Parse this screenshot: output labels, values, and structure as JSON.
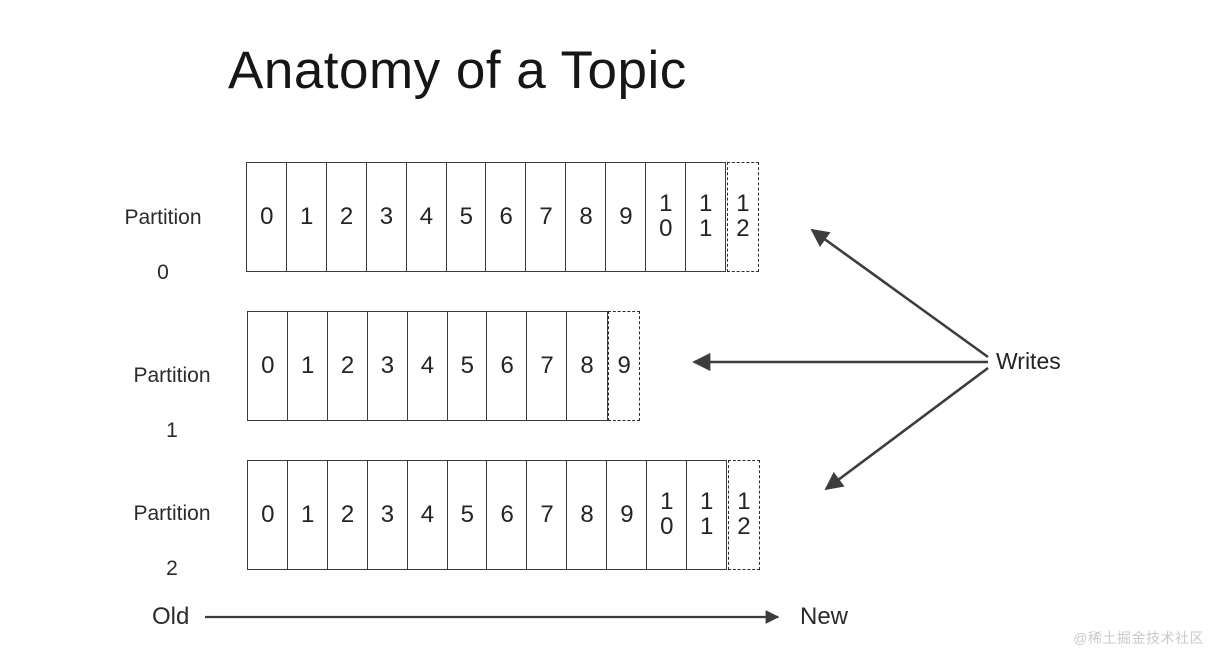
{
  "diagram": {
    "title": "Anatomy of a Topic",
    "writes_label": "Writes",
    "axis": {
      "old_label": "Old",
      "new_label": "New"
    },
    "partitions": [
      {
        "name": "Partition",
        "index": "0",
        "committed_offsets": [
          "0",
          "1",
          "2",
          "3",
          "4",
          "5",
          "6",
          "7",
          "8",
          "9",
          "10",
          "11"
        ],
        "pending_offset": "12"
      },
      {
        "name": "Partition",
        "index": "1",
        "committed_offsets": [
          "0",
          "1",
          "2",
          "3",
          "4",
          "5",
          "6",
          "7",
          "8"
        ],
        "pending_offset": "9"
      },
      {
        "name": "Partition",
        "index": "2",
        "committed_offsets": [
          "0",
          "1",
          "2",
          "3",
          "4",
          "5",
          "6",
          "7",
          "8",
          "9",
          "10",
          "11"
        ],
        "pending_offset": "12"
      }
    ],
    "colors": {
      "background": "#ffffff",
      "cell_border": "#3a3a3a",
      "dashed_border": "#2e2e2e",
      "text": "#1d1d1d",
      "arrow": "#3d3d3d",
      "watermark": "#c9c9c9"
    }
  },
  "watermark": {
    "text": "@稀土掘金技术社区"
  }
}
